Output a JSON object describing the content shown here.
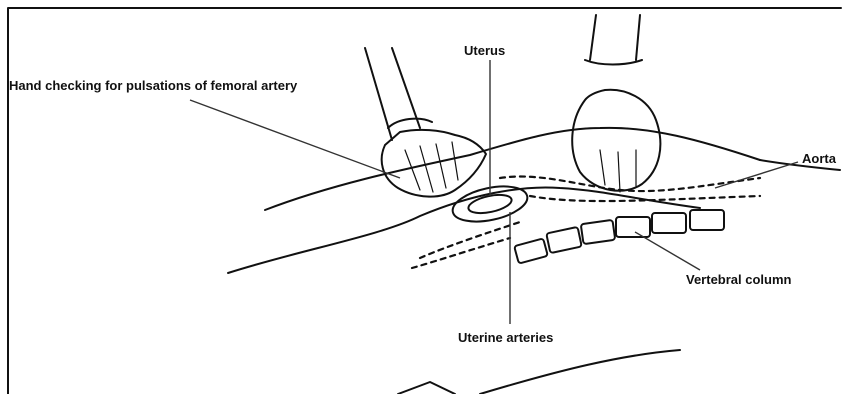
{
  "labels": {
    "hand": "Hand checking for pulsations of femoral artery",
    "uterus": "Uterus",
    "aorta": "Aorta",
    "vertebral_column": "Vertebral column",
    "uterine_arteries": "Uterine arteries"
  },
  "colors": {
    "ink": "#111111",
    "background": "#ffffff"
  }
}
